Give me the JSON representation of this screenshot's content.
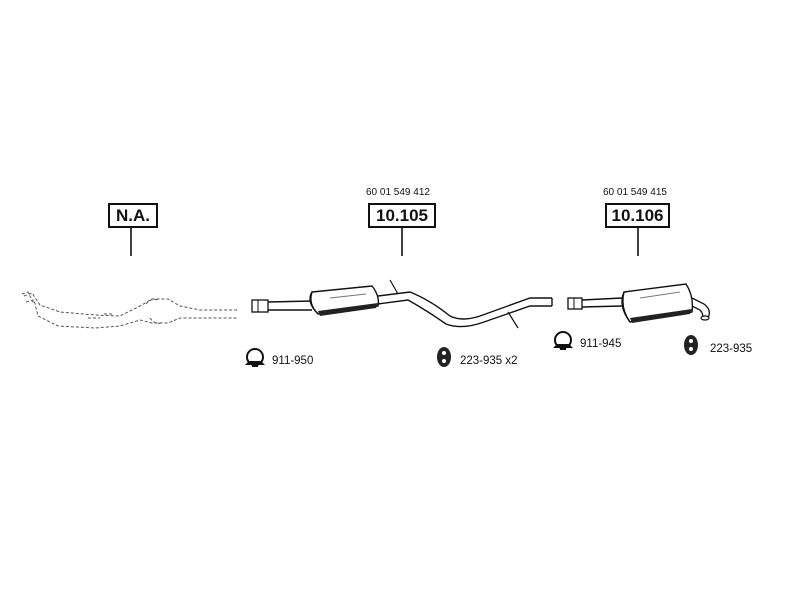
{
  "parts": {
    "front": {
      "label": "N.A."
    },
    "middle": {
      "label": "10.105",
      "oem": "60 01 549 412"
    },
    "rear": {
      "label": "10.106",
      "oem": "60 01 549 415"
    }
  },
  "accessories": {
    "clamp_middle": {
      "code": "911-950",
      "icon": "clamp-icon"
    },
    "hanger_middle": {
      "code": "223-935 x2",
      "icon": "rubber-hanger-icon"
    },
    "clamp_rear": {
      "code": "911-945",
      "icon": "clamp-icon"
    },
    "hanger_rear": {
      "code": "223-935",
      "icon": "rubber-hanger-icon"
    }
  }
}
